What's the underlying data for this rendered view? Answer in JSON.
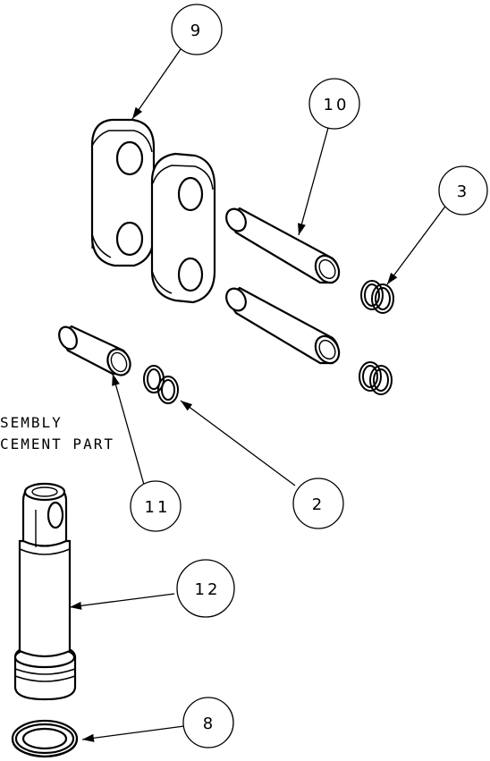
{
  "note": {
    "line1": "SEMBLY",
    "line2": "CEMENT PART"
  },
  "callouts": [
    {
      "id": "callout-9",
      "label": "9"
    },
    {
      "id": "callout-10",
      "label": "10"
    },
    {
      "id": "callout-3",
      "label": "3"
    },
    {
      "id": "callout-2",
      "label": "2"
    },
    {
      "id": "callout-11",
      "label": "11"
    },
    {
      "id": "callout-12",
      "label": "12"
    },
    {
      "id": "callout-8",
      "label": "8"
    }
  ],
  "colors": {
    "line": "#000000",
    "background": "#ffffff",
    "shade": "#cfcfcf"
  }
}
